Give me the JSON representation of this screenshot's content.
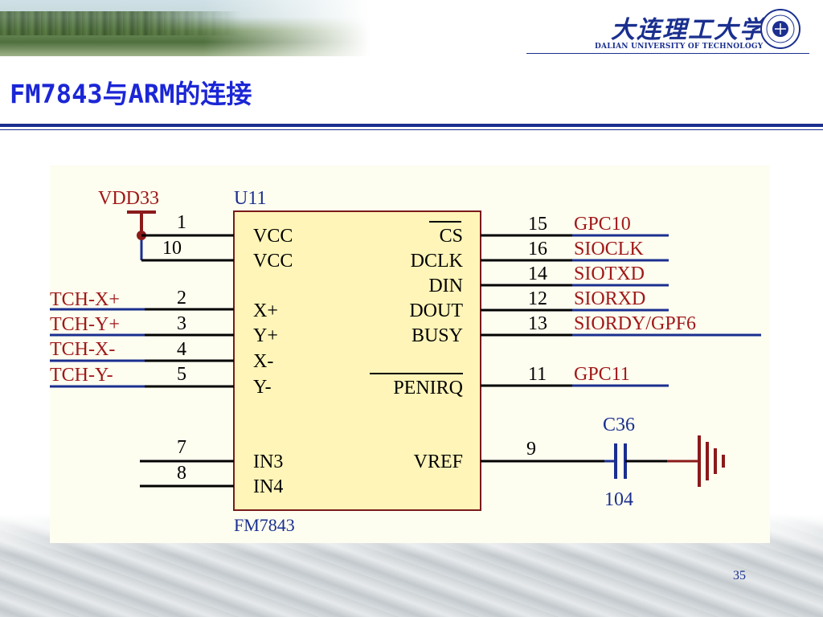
{
  "header": {
    "university_cn": "大连理工大学",
    "university_en": "DALIAN UNIVERSITY OF TECHNOLOGY"
  },
  "slide": {
    "title": "FM7843与ARM的连接",
    "page_number": "35"
  },
  "schematic": {
    "power_net": "VDD33",
    "chip_ref": "U11",
    "chip_name": "FM7843",
    "left_pins": [
      {
        "num": "1",
        "name": "VCC",
        "net": ""
      },
      {
        "num": "10",
        "name": "VCC",
        "net": ""
      },
      {
        "num": "2",
        "name": "X+",
        "net": "TCH-X+"
      },
      {
        "num": "3",
        "name": "Y+",
        "net": "TCH-Y+"
      },
      {
        "num": "4",
        "name": "X-",
        "net": "TCH-X-"
      },
      {
        "num": "5",
        "name": "Y-",
        "net": "TCH-Y-"
      },
      {
        "num": "7",
        "name": "IN3",
        "net": ""
      },
      {
        "num": "8",
        "name": "IN4",
        "net": ""
      }
    ],
    "right_pins": [
      {
        "num": "15",
        "name": "CS",
        "net": "GPC10",
        "overbar": true
      },
      {
        "num": "16",
        "name": "DCLK",
        "net": "SIOCLK"
      },
      {
        "num": "14",
        "name": "DIN",
        "net": "SIOTXD"
      },
      {
        "num": "12",
        "name": "DOUT",
        "net": "SIORXD"
      },
      {
        "num": "13",
        "name": "BUSY",
        "net": "SIORDY/GPF6"
      },
      {
        "num": "11",
        "name": "PENIRQ",
        "net": "GPC11",
        "overbar": true
      },
      {
        "num": "9",
        "name": "VREF",
        "net": ""
      }
    ],
    "capacitor": {
      "ref": "C36",
      "value": "104"
    },
    "colors": {
      "wire": "#000000",
      "net_label": "#a01818",
      "ref_label": "#1a2f8f",
      "chip_fill": "#fff5b8",
      "chip_border": "#7a1a1a",
      "power": "#8b1a1a",
      "bus_line": "#1a2f8f"
    }
  }
}
